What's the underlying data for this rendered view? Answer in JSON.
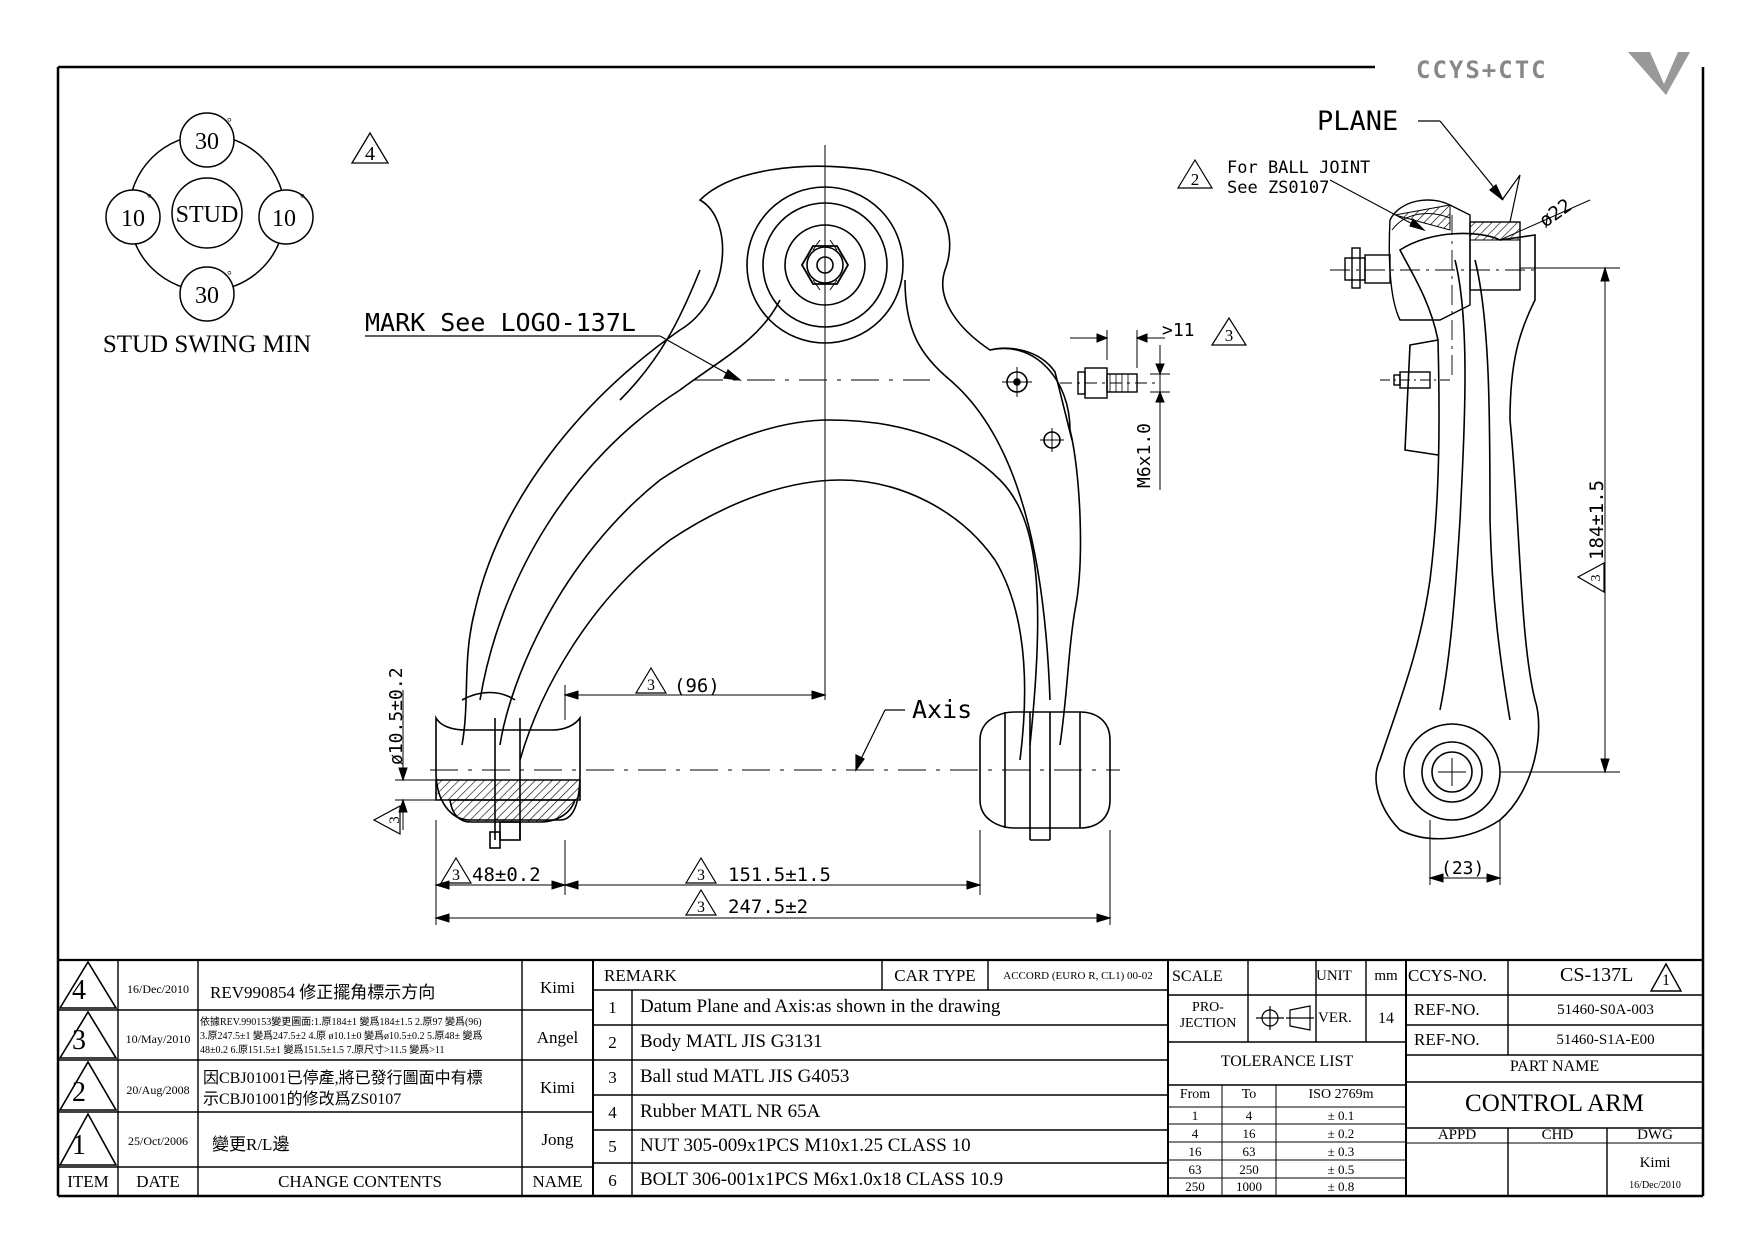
{
  "brand": {
    "name": "CCYS+CTC"
  },
  "swing_diagram": {
    "top": "30",
    "bottom": "30",
    "left": "10",
    "right": "10",
    "degree": "°",
    "center": "STUD",
    "caption": "STUD SWING MIN"
  },
  "rev_marker_4": "4",
  "annotations": {
    "mark_note": "MARK See LOGO-137L",
    "plane": "PLANE",
    "ball_joint_line1": "For BALL JOINT",
    "ball_joint_line2": "See ZS0107",
    "ball_joint_rev": "2",
    "phi22": "ø22",
    "bolt_len": ">11",
    "bolt_rev": "3",
    "bolt_thread": "M6x1.0",
    "axis": "Axis",
    "dim_96": "(96)",
    "dim_96_rev": "3",
    "bushing_dia": "ø10.5±0.2",
    "bushing_rev": "3",
    "dim_48": "48±0.2",
    "dim_48_rev": "3",
    "dim_151": "151.5±1.5",
    "dim_151_rev": "3",
    "dim_247": "247.5±2",
    "dim_247_rev": "3",
    "dim_184": "184±1.5",
    "dim_184_rev": "3",
    "dim_23": "(23)"
  },
  "revisions": [
    {
      "item": "4",
      "date": "16/Dec/2010",
      "contents": "REV990854 修正擺角標示方向",
      "name": "Kimi"
    },
    {
      "item": "3",
      "date": "10/May/2010",
      "contents_lines": [
        "依據REV.990153變更圖面:1.原184±1 變爲184±1.5 2.原97 變爲(96)",
        "3.原247.5±1 變爲247.5±2 4.原 ø10.1±0 變爲ø10.5±0.2 5.原48± 變爲",
        "48±0.2 6.原151.5±1 變爲151.5±1.5  7.原尺寸>11.5 變爲>11"
      ],
      "name": "Angel"
    },
    {
      "item": "2",
      "date": "20/Aug/2008",
      "contents_lines": [
        "因CBJ01001已停產,將已發行圖面中有標",
        "示CBJ01001的修改爲ZS0107"
      ],
      "name": "Kimi"
    },
    {
      "item": "1",
      "date": "25/Oct/2006",
      "contents": "變更R/L邊",
      "name": "Jong"
    }
  ],
  "rev_header": {
    "item": "ITEM",
    "date": "DATE",
    "contents": "CHANGE CONTENTS",
    "name": "NAME"
  },
  "remarks": {
    "label": "REMARK",
    "car_type_label": "CAR TYPE",
    "car_type": "ACCORD (EURO R, CL1) 00-02",
    "items": [
      {
        "no": "1",
        "text": "Datum Plane and Axis:as shown in the drawing"
      },
      {
        "no": "2",
        "text": "Body MATL JIS G3131"
      },
      {
        "no": "3",
        "text": "Ball stud MATL JIS G4053"
      },
      {
        "no": "4",
        "text": "Rubber MATL NR 65A"
      },
      {
        "no": "5",
        "text": "NUT 305-009x1PCS M10x1.25 CLASS 10"
      },
      {
        "no": "6",
        "text": "BOLT 306-001x1PCS M6x1.0x18 CLASS 10.9"
      }
    ]
  },
  "title_block": {
    "scale_label": "SCALE",
    "unit_label": "UNIT",
    "unit": "mm",
    "projection_label_1": "PRO-",
    "projection_label_2": "JECTION",
    "ver_label": "VER.",
    "ver": "14",
    "tolerance_title": "TOLERANCE LIST",
    "tol_head": [
      "From",
      "To",
      "ISO 2769m"
    ],
    "tol_rows": [
      [
        "1",
        "4",
        "± 0.1"
      ],
      [
        "4",
        "16",
        "± 0.2"
      ],
      [
        "16",
        "63",
        "± 0.3"
      ],
      [
        "63",
        "250",
        "± 0.5"
      ],
      [
        "250",
        "1000",
        "± 0.8"
      ]
    ],
    "ccys_label": "CCYS-NO.",
    "ccys_no": "CS-137L",
    "ccys_rev": "1",
    "ref_label": "REF-NO.",
    "ref1": "51460-S0A-003",
    "ref2": "51460-S1A-E00",
    "part_name_label": "PART NAME",
    "part_name": "CONTROL ARM",
    "appd": "APPD",
    "chd": "CHD",
    "dwg": "DWG",
    "drawn_by": "Kimi",
    "drawn_date": "16/Dec/2010"
  }
}
